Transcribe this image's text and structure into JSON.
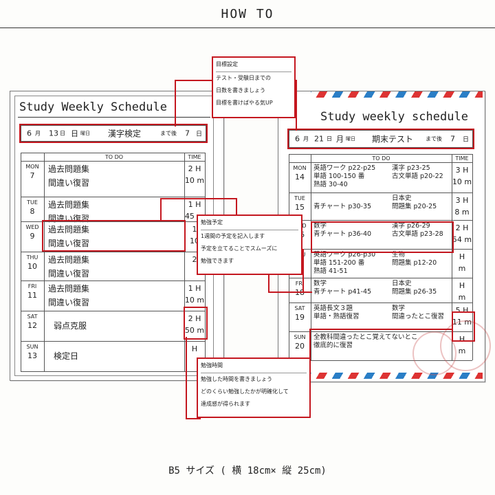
{
  "header": {
    "title": "HOW TO"
  },
  "footer": {
    "size_text": "B5 サイズ ( 横 18cm× 縦 25cm)"
  },
  "left_sheet": {
    "title": "Study Weekly Schedule",
    "date": {
      "month": "6",
      "month_unit": "月",
      "day": "13",
      "day_unit": "日",
      "weekday": "日",
      "weekday_unit": "曜日",
      "event": "漢字検定",
      "until": "まで後",
      "days_left": "7",
      "days_unit": "日"
    },
    "todo_header": "TO DO",
    "time_header": "TIME",
    "rows": [
      {
        "day": "MON",
        "num": "7",
        "lines": [
          "過去問題集",
          "間違い復習"
        ],
        "time": [
          "2 H",
          "10 m"
        ]
      },
      {
        "day": "TUE",
        "num": "8",
        "lines": [
          "過去問題集",
          "間違い復習"
        ],
        "time": [
          "1 H",
          "45 m"
        ]
      },
      {
        "day": "WED",
        "num": "9",
        "lines": [
          "過去問題集",
          "間違い復習"
        ],
        "time": [
          "1",
          "10"
        ]
      },
      {
        "day": "THU",
        "num": "10",
        "lines": [
          "過去問題集",
          "間違い復習"
        ],
        "time": [
          "2",
          ""
        ]
      },
      {
        "day": "FRI",
        "num": "11",
        "lines": [
          "過去問題集",
          "間違い復習"
        ],
        "time": [
          "1 H",
          "10 m"
        ]
      },
      {
        "day": "SAT",
        "num": "12",
        "lines": [
          "弱点克服"
        ],
        "time": [
          "2 H",
          "50 m"
        ]
      },
      {
        "day": "SUN",
        "num": "13",
        "lines": [
          "検定日"
        ],
        "time": [
          "H",
          ""
        ]
      }
    ]
  },
  "right_sheet": {
    "title": "Study weekly schedule",
    "date": {
      "month": "6",
      "month_unit": "月",
      "day": "21",
      "day_unit": "日",
      "weekday": "月",
      "weekday_unit": "曜日",
      "event": "期末テスト",
      "until": "まで後",
      "days_left": "7",
      "days_unit": "日"
    },
    "todo_header": "TO DO",
    "time_header": "TIME",
    "rows": [
      {
        "day": "MON",
        "num": "14",
        "left": [
          "英語ワーク p22-p25",
          "単語 100-150 番",
          "熟語 30-40"
        ],
        "right": [
          "漢字 p23-25",
          "古文単語 p20-22"
        ],
        "time": [
          "3 H",
          "10 m"
        ]
      },
      {
        "day": "TUE",
        "num": "15",
        "left": [
          "",
          "青チャート p30-35"
        ],
        "right": [
          "日本史",
          "問題集 p20-25"
        ],
        "time": [
          "3 H",
          "8 m"
        ]
      },
      {
        "day": "WED",
        "num": "16",
        "left": [
          "数学",
          "青チャート p36-40"
        ],
        "right": [
          "漢字 p26-29",
          "古文単語 p23-28"
        ],
        "time": [
          "2 H",
          "54 m"
        ]
      },
      {
        "day": "THU",
        "num": "17",
        "left": [
          "英語ワーク p26-p30",
          "単語 151-200 番",
          "熟語 41-51"
        ],
        "right": [
          "生物",
          "問題集 p12-20"
        ],
        "time": [
          "H",
          "m"
        ]
      },
      {
        "day": "FRI",
        "num": "18",
        "left": [
          "数学",
          "青チャート p41-45"
        ],
        "right": [
          "日本史",
          "問題集 p26-35"
        ],
        "time": [
          "H",
          "m"
        ]
      },
      {
        "day": "SAT",
        "num": "19",
        "left": [
          "英語長文３題",
          "単語・熟語復習"
        ],
        "right": [
          "数学",
          "間違ったとこ復習"
        ],
        "time": [
          "5 H",
          "11 m"
        ]
      },
      {
        "day": "SUN",
        "num": "20",
        "left": [
          "全教科間違ったとこ覚えてないとこ",
          "徹底的に復習"
        ],
        "right": [],
        "time": [
          "H",
          "m"
        ]
      }
    ]
  },
  "callouts": {
    "goal": {
      "title": "目標設定",
      "lines": [
        "テスト・受験日までの",
        "日数を書きましょう",
        "目標を書けばやる気UP"
      ]
    },
    "plan": {
      "title": "勉強予定",
      "lines": [
        "1週間の予定を記入します",
        "予定を立てることでスムーズに",
        "勉強できます"
      ]
    },
    "time": {
      "title": "勉強時間",
      "lines": [
        "勉強した時間を書きましょう",
        "どのくらい勉強したかが明確化して",
        "達成感が得られます"
      ]
    }
  },
  "colors": {
    "accent_red": "#c4171f",
    "stripe_red": "#dd3333",
    "stripe_blue": "#2a7ec6"
  }
}
